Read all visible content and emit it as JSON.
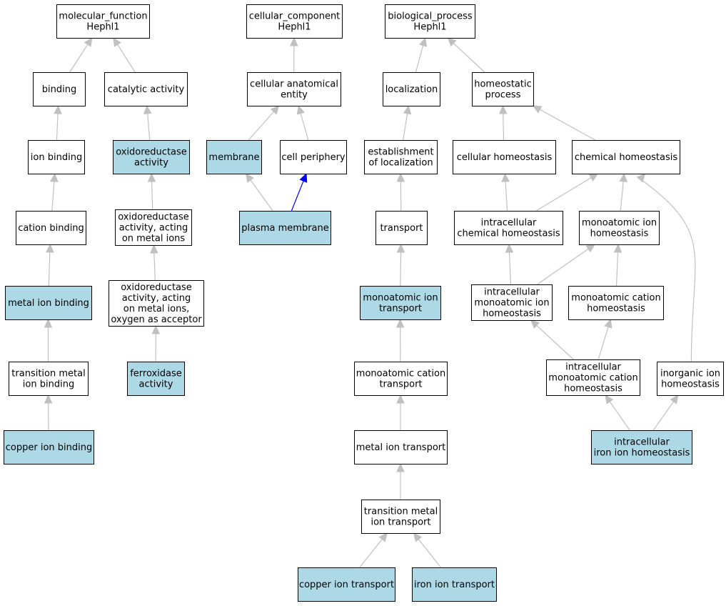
{
  "colors": {
    "highlight": "#add8e6",
    "plain": "#ffffff",
    "border": "#000000",
    "edge": "#c0c0c0",
    "edge_emphasis": "#0000ff"
  },
  "nodes": {
    "mf_root": {
      "lines": [
        "molecular_function",
        "Hephl1"
      ],
      "highlight": false
    },
    "cc_root": {
      "lines": [
        "cellular_component",
        "Hephl1"
      ],
      "highlight": false
    },
    "bp_root": {
      "lines": [
        "biological_process",
        "Hephl1"
      ],
      "highlight": false
    },
    "binding": {
      "lines": [
        "binding"
      ],
      "highlight": false
    },
    "catalytic": {
      "lines": [
        "catalytic activity"
      ],
      "highlight": false
    },
    "anat_entity": {
      "lines": [
        "cellular anatomical",
        "entity"
      ],
      "highlight": false
    },
    "localization": {
      "lines": [
        "localization"
      ],
      "highlight": false
    },
    "homeostatic": {
      "lines": [
        "homeostatic",
        "process"
      ],
      "highlight": false
    },
    "ion_binding": {
      "lines": [
        "ion binding"
      ],
      "highlight": false
    },
    "oxidoreductase": {
      "lines": [
        "oxidoreductase",
        "activity"
      ],
      "highlight": true
    },
    "membrane": {
      "lines": [
        "membrane"
      ],
      "highlight": true
    },
    "cell_periphery": {
      "lines": [
        "cell periphery"
      ],
      "highlight": false
    },
    "establish_loc": {
      "lines": [
        "establishment",
        "of localization"
      ],
      "highlight": false
    },
    "cell_homeo": {
      "lines": [
        "cellular homeostasis"
      ],
      "highlight": false
    },
    "chem_homeo": {
      "lines": [
        "chemical homeostasis"
      ],
      "highlight": false
    },
    "cation_binding": {
      "lines": [
        "cation binding"
      ],
      "highlight": false
    },
    "oxido_metal": {
      "lines": [
        "oxidoreductase",
        "activity, acting",
        "on metal ions"
      ],
      "highlight": false
    },
    "plasma_membrane": {
      "lines": [
        "plasma membrane"
      ],
      "highlight": true
    },
    "transport": {
      "lines": [
        "transport"
      ],
      "highlight": false
    },
    "intra_chem_homeo": {
      "lines": [
        "intracellular",
        "chemical homeostasis"
      ],
      "highlight": false
    },
    "mono_ion_homeo": {
      "lines": [
        "monoatomic ion",
        "homeostasis"
      ],
      "highlight": false
    },
    "metal_ion_binding": {
      "lines": [
        "metal ion binding"
      ],
      "highlight": true
    },
    "oxido_oxygen": {
      "lines": [
        "oxidoreductase",
        "activity, acting",
        "on metal ions,",
        "oxygen as acceptor"
      ],
      "highlight": false
    },
    "mono_ion_transport": {
      "lines": [
        "monoatomic ion",
        "transport"
      ],
      "highlight": true
    },
    "intra_mono_ion_homeo": {
      "lines": [
        "intracellular",
        "monoatomic ion",
        "homeostasis"
      ],
      "highlight": false
    },
    "mono_cation_homeo": {
      "lines": [
        "monoatomic cation",
        "homeostasis"
      ],
      "highlight": false
    },
    "trans_metal_binding": {
      "lines": [
        "transition metal",
        "ion binding"
      ],
      "highlight": false
    },
    "ferroxidase": {
      "lines": [
        "ferroxidase",
        "activity"
      ],
      "highlight": true
    },
    "mono_cation_transport": {
      "lines": [
        "monoatomic cation",
        "transport"
      ],
      "highlight": false
    },
    "intra_mono_cation_homeo": {
      "lines": [
        "intracellular",
        "monoatomic cation",
        "homeostasis"
      ],
      "highlight": false
    },
    "inorganic_ion_homeo": {
      "lines": [
        "inorganic ion",
        "homeostasis"
      ],
      "highlight": false
    },
    "copper_binding": {
      "lines": [
        "copper ion binding"
      ],
      "highlight": true
    },
    "metal_ion_transport": {
      "lines": [
        "metal ion transport"
      ],
      "highlight": false
    },
    "intra_iron_homeo": {
      "lines": [
        "intracellular",
        "iron ion homeostasis"
      ],
      "highlight": true
    },
    "trans_metal_transport": {
      "lines": [
        "transition metal",
        "ion transport"
      ],
      "highlight": false
    },
    "copper_transport": {
      "lines": [
        "copper ion transport"
      ],
      "highlight": true
    },
    "iron_transport": {
      "lines": [
        "iron ion transport"
      ],
      "highlight": true
    }
  },
  "edges": [
    {
      "from": "binding",
      "to": "mf_root"
    },
    {
      "from": "catalytic",
      "to": "mf_root"
    },
    {
      "from": "ion_binding",
      "to": "binding"
    },
    {
      "from": "oxidoreductase",
      "to": "catalytic"
    },
    {
      "from": "cation_binding",
      "to": "ion_binding"
    },
    {
      "from": "oxido_metal",
      "to": "oxidoreductase"
    },
    {
      "from": "metal_ion_binding",
      "to": "cation_binding"
    },
    {
      "from": "oxido_oxygen",
      "to": "oxido_metal"
    },
    {
      "from": "trans_metal_binding",
      "to": "metal_ion_binding"
    },
    {
      "from": "ferroxidase",
      "to": "oxido_oxygen"
    },
    {
      "from": "copper_binding",
      "to": "trans_metal_binding"
    },
    {
      "from": "anat_entity",
      "to": "cc_root"
    },
    {
      "from": "membrane",
      "to": "anat_entity"
    },
    {
      "from": "cell_periphery",
      "to": "anat_entity"
    },
    {
      "from": "plasma_membrane",
      "to": "membrane"
    },
    {
      "from": "plasma_membrane",
      "to": "cell_periphery",
      "emphasis": true
    },
    {
      "from": "localization",
      "to": "bp_root"
    },
    {
      "from": "homeostatic",
      "to": "bp_root"
    },
    {
      "from": "establish_loc",
      "to": "localization"
    },
    {
      "from": "transport",
      "to": "establish_loc"
    },
    {
      "from": "mono_ion_transport",
      "to": "transport"
    },
    {
      "from": "mono_cation_transport",
      "to": "mono_ion_transport"
    },
    {
      "from": "metal_ion_transport",
      "to": "mono_cation_transport"
    },
    {
      "from": "trans_metal_transport",
      "to": "metal_ion_transport"
    },
    {
      "from": "copper_transport",
      "to": "trans_metal_transport"
    },
    {
      "from": "iron_transport",
      "to": "trans_metal_transport"
    },
    {
      "from": "cell_homeo",
      "to": "homeostatic"
    },
    {
      "from": "chem_homeo",
      "to": "homeostatic"
    },
    {
      "from": "intra_chem_homeo",
      "to": "cell_homeo"
    },
    {
      "from": "intra_chem_homeo",
      "to": "chem_homeo"
    },
    {
      "from": "mono_ion_homeo",
      "to": "chem_homeo"
    },
    {
      "from": "intra_mono_ion_homeo",
      "to": "intra_chem_homeo"
    },
    {
      "from": "intra_mono_ion_homeo",
      "to": "mono_ion_homeo"
    },
    {
      "from": "mono_cation_homeo",
      "to": "mono_ion_homeo"
    },
    {
      "from": "intra_mono_cation_homeo",
      "to": "intra_mono_ion_homeo"
    },
    {
      "from": "intra_mono_cation_homeo",
      "to": "mono_cation_homeo"
    },
    {
      "from": "inorganic_ion_homeo",
      "to": "chem_homeo",
      "curved": true
    },
    {
      "from": "intra_iron_homeo",
      "to": "intra_mono_cation_homeo"
    },
    {
      "from": "intra_iron_homeo",
      "to": "inorganic_ion_homeo"
    }
  ]
}
